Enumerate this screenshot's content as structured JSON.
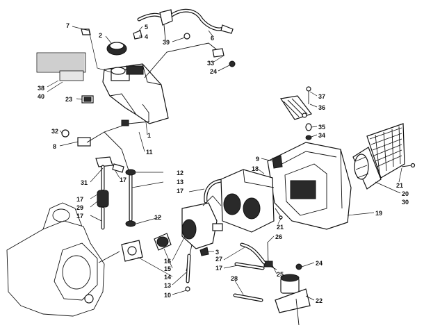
{
  "callouts": [
    "1",
    "2",
    "3",
    "4",
    "5",
    "6",
    "7",
    "8",
    "9",
    "10",
    "11",
    "12",
    "13",
    "14",
    "15",
    "16",
    "17",
    "18",
    "19",
    "20",
    "21",
    "22",
    "23",
    "24",
    "25",
    "26",
    "27",
    "28",
    "29",
    "30",
    "31",
    "32",
    "33",
    "34",
    "35",
    "36",
    "37",
    "38",
    "39",
    "40"
  ],
  "labels": {
    "c7": "7",
    "c2": "2",
    "c5": "5",
    "c4": "4",
    "c6": "6",
    "c39": "39",
    "c33": "33",
    "c24a": "24",
    "c38": "38",
    "c40": "40",
    "c23": "23",
    "c1": "1",
    "c11": "11",
    "c32": "32",
    "c8": "8",
    "c37": "37",
    "c36": "36",
    "c35": "35",
    "c34": "34",
    "c9": "9",
    "c18": "18",
    "c21a": "21",
    "c20": "20",
    "c30": "30",
    "c19": "19",
    "c21b": "21",
    "c31": "31",
    "c17a": "17",
    "c12a": "12",
    "c13a": "13",
    "c17b": "17",
    "c17c": "17",
    "c29": "29",
    "c17d": "17",
    "c12b": "12",
    "c3": "3",
    "c16": "16",
    "c15": "15",
    "c14": "14",
    "c13b": "13",
    "c10": "10",
    "c26": "26",
    "c27": "27",
    "c17e": "17",
    "c25": "25",
    "c24b": "24",
    "c28": "28",
    "c22": "22"
  }
}
